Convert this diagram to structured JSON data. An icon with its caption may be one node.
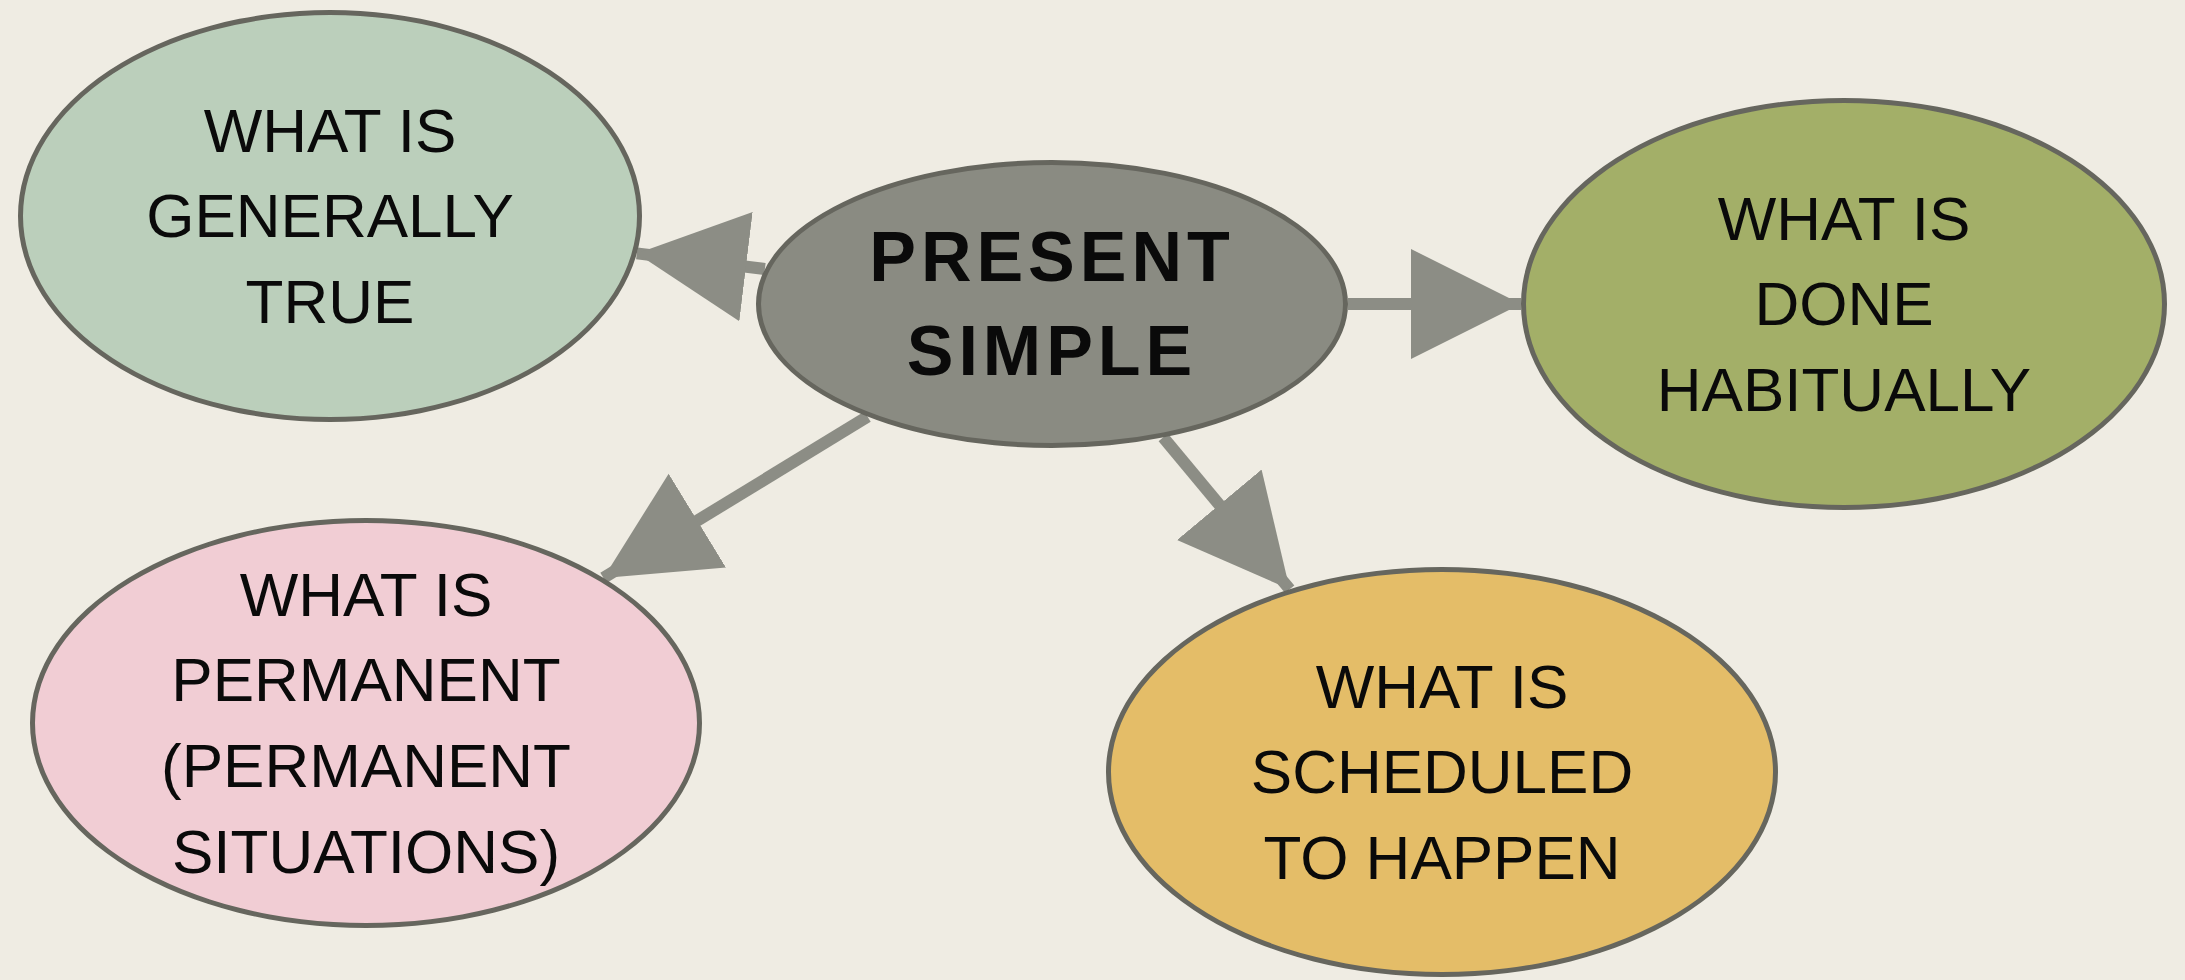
{
  "diagram": {
    "nodes": [
      {
        "text": [
          "WHAT IS GENERALLY TRUE"
        ]
      },
      {
        "text": [
          "PRESENT SIMPLE"
        ]
      },
      {
        "text": [
          "WHAT IS DONE HABITUALLY"
        ]
      },
      {
        "text": [
          "WHAT IS PERMANENT (PERMANENT SITUATIONS)"
        ]
      },
      {
        "text": [
          "WHAT IS SCHEDULED TO HAPPEN"
        ]
      }
    ],
    "edges": [
      {
        "from": 1,
        "to": 0,
        "arrow": "to"
      },
      {
        "from": 1,
        "to": 2,
        "arrow": "to"
      },
      {
        "from": 1,
        "to": 3,
        "arrow": "to"
      },
      {
        "from": 1,
        "to": 4,
        "arrow": "to"
      }
    ]
  }
}
